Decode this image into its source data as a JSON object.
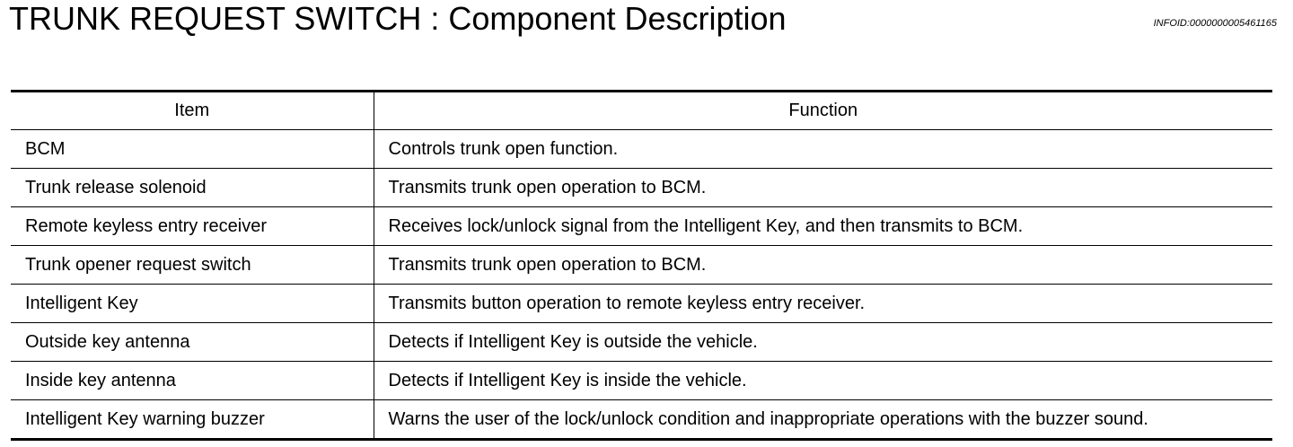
{
  "header": {
    "title": "TRUNK REQUEST SWITCH : Component  Description",
    "info_id": "INFOID:0000000005461165"
  },
  "table": {
    "columns": [
      "Item",
      "Function"
    ],
    "rows": [
      {
        "item": "BCM",
        "function": "Controls trunk open function."
      },
      {
        "item": "Trunk release solenoid",
        "function": "Transmits trunk open operation to BCM."
      },
      {
        "item": "Remote keyless entry receiver",
        "function": "Receives lock/unlock signal from the Intelligent Key, and then transmits to BCM."
      },
      {
        "item": "Trunk opener request switch",
        "function": "Transmits trunk open operation to BCM."
      },
      {
        "item": "Intelligent Key",
        "function": "Transmits button operation to remote keyless entry receiver."
      },
      {
        "item": "Outside key antenna",
        "function": "Detects if Intelligent Key is outside the vehicle."
      },
      {
        "item": "Inside key antenna",
        "function": "Detects if Intelligent Key is inside the vehicle."
      },
      {
        "item": "Intelligent Key warning buzzer",
        "function": "Warns the user of the lock/unlock condition and inappropriate operations with the buzzer sound."
      }
    ]
  }
}
